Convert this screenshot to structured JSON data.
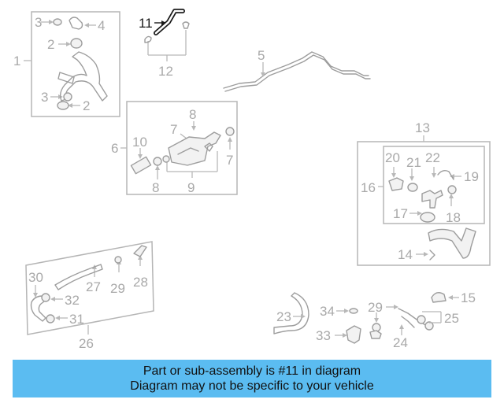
{
  "callouts": {
    "c1": "1",
    "c2a": "2",
    "c2b": "2",
    "c3a": "3",
    "c3b": "3",
    "c4": "4",
    "c5": "5",
    "c6": "6",
    "c7a": "7",
    "c7b": "7",
    "c8a": "8",
    "c8b": "8",
    "c9": "9",
    "c10": "10",
    "c11": "11",
    "c12": "12",
    "c13": "13",
    "c14": "14",
    "c15": "15",
    "c16": "16",
    "c17": "17",
    "c18": "18",
    "c19": "19",
    "c20": "20",
    "c21": "21",
    "c22": "22",
    "c23": "23",
    "c24": "24",
    "c25": "25",
    "c26": "26",
    "c27": "27",
    "c28": "28",
    "c29a": "29",
    "c29b": "29",
    "c30": "30",
    "c31": "31",
    "c32": "32",
    "c33": "33",
    "c34": "34"
  },
  "highlight_part": "11",
  "colors": {
    "banner": "#5bbcf1",
    "highlight": "#1a1a1a",
    "callout": "#a9a9a9"
  },
  "banner": {
    "line1": "Part or sub-assembly is #11 in diagram",
    "line2": "Diagram may not be specific to your vehicle"
  }
}
